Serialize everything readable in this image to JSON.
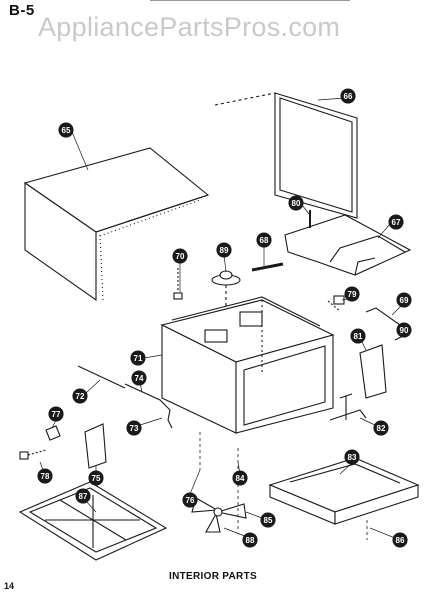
{
  "page_code": "B-5",
  "watermark": "AppliancePartsPros.com",
  "diagram_title": "INTERIOR PARTS",
  "page_number": "14",
  "callouts": [
    "65",
    "66",
    "67",
    "68",
    "69",
    "70",
    "71",
    "72",
    "73",
    "74",
    "75",
    "76",
    "77",
    "78",
    "79",
    "80",
    "81",
    "82",
    "83",
    "84",
    "85",
    "86",
    "87",
    "88",
    "89",
    "90"
  ],
  "line_color": "#1a1a1a"
}
